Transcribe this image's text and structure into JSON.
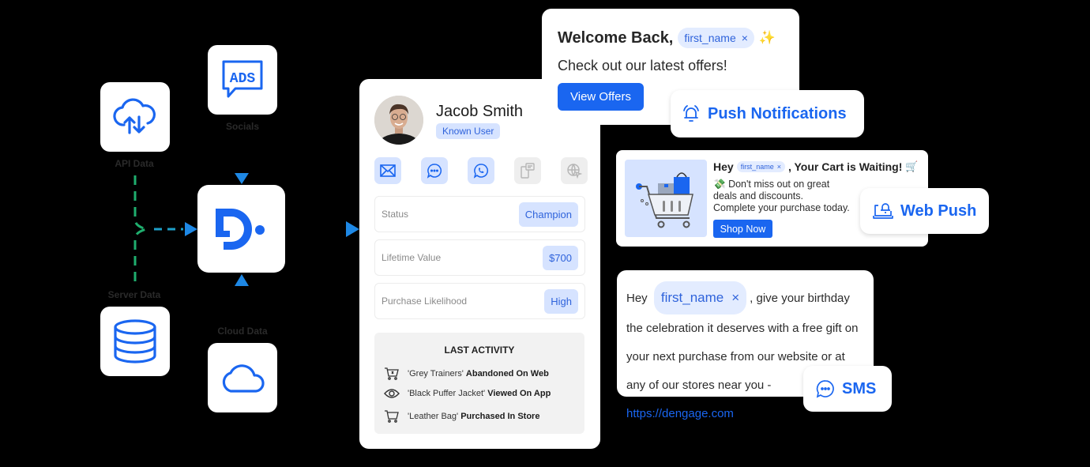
{
  "sources": {
    "api": {
      "label": "API Data",
      "icon": "cloud-sync-icon"
    },
    "socials": {
      "label": "Socials",
      "icon": "ads-icon"
    },
    "server": {
      "label": "Server Data",
      "icon": "database-icon"
    },
    "cloud": {
      "label": "Cloud Data",
      "icon": "cloud-icon"
    }
  },
  "hub": {
    "logo": "dengage-logo"
  },
  "colors": {
    "brand_blue": "#1a66f0",
    "chip_bg": "#d6e3ff",
    "connector_green": "#1fae6e",
    "connector_blue": "#1e88e5"
  },
  "profile": {
    "name": "Jacob Smith",
    "badge": "Known User",
    "channels": [
      {
        "icon": "email-icon",
        "active": true
      },
      {
        "icon": "chat-icon",
        "active": true
      },
      {
        "icon": "whatsapp-icon",
        "active": true
      },
      {
        "icon": "mobile-message-icon",
        "active": false
      },
      {
        "icon": "web-click-icon",
        "active": false
      }
    ],
    "attributes": [
      {
        "key": "Status",
        "value": "Champion"
      },
      {
        "key": "Lifetime Value",
        "value": "$700"
      },
      {
        "key": "Purchase Likelihood",
        "value": "High"
      }
    ],
    "activity": {
      "title": "LAST ACTIVITY",
      "items": [
        {
          "icon": "cart-abandoned-icon",
          "item": "'Grey Trainers'",
          "action": "Abandoned On Web"
        },
        {
          "icon": "eye-icon",
          "item": "'Black Puffer Jacket'",
          "action": "Viewed On App"
        },
        {
          "icon": "cart-icon",
          "item": "'Leather Bag'",
          "action": "Purchased In Store"
        }
      ]
    }
  },
  "welcome": {
    "title": "Welcome Back,",
    "chip": "first_name",
    "chip_close": "×",
    "emoji": "✨",
    "subtitle": "Check out our latest offers!",
    "button": "View Offers"
  },
  "tags": {
    "push": "Push Notifications",
    "web": "Web Push",
    "sms": "SMS"
  },
  "cart": {
    "hey": "Hey",
    "chip": "first_name",
    "chip_close": "×",
    "title_rest": ", Your Cart is Waiting!",
    "title_emoji": "🛒",
    "emoji": "💸",
    "line1": "Don't miss out on great",
    "line2": "deals and discounts.",
    "line3": "Complete your purchase today.",
    "button": "Shop Now"
  },
  "sms": {
    "hey": "Hey",
    "chip": "first_name",
    "chip_close": "×",
    "text": ", give your birthday the celebration it deserves with a free gift on your next purchase from our website or at any of our stores near you -",
    "link": "https://dengage.com"
  }
}
